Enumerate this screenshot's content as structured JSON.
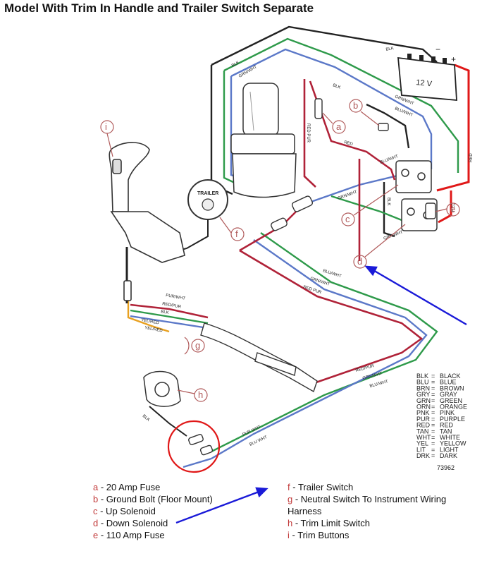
{
  "title": "Model With Trim In Handle and Trailer Switch Separate",
  "battery": {
    "voltage": "12 V",
    "minus": "−",
    "plus": "+"
  },
  "trailer_label": "TRAILER",
  "figure_number": "73962",
  "callouts": [
    "a",
    "b",
    "c",
    "d",
    "e",
    "f",
    "g",
    "h",
    "i"
  ],
  "wire_labels": {
    "blk": "BLK",
    "grn_wht": "GRN/WHT",
    "blu_wht": "BLU/WHT",
    "red_pur": "RED PUR",
    "red": "RED",
    "pur_wht": "PUR/WHT",
    "yel_red": "YEL/RED",
    "red_pur_slash": "RED/PUR",
    "pur_wht_space": "PUR WHT",
    "blu_wht_space": "BLU WHT"
  },
  "color_legend": [
    {
      "abbr": "BLK",
      "name": "BLACK"
    },
    {
      "abbr": "BLU",
      "name": "BLUE"
    },
    {
      "abbr": "BRN",
      "name": "BROWN"
    },
    {
      "abbr": "GRY",
      "name": "GRAY"
    },
    {
      "abbr": "GRN",
      "name": "GREEN"
    },
    {
      "abbr": "ORN",
      "name": "ORANGE"
    },
    {
      "abbr": "PNK",
      "name": "PINK"
    },
    {
      "abbr": "PUR",
      "name": "PURPLE"
    },
    {
      "abbr": "RED",
      "name": "RED"
    },
    {
      "abbr": "TAN",
      "name": "TAN"
    },
    {
      "abbr": "WHT",
      "name": "WHITE"
    },
    {
      "abbr": "YEL",
      "name": "YELLOW"
    },
    {
      "abbr": "LIT",
      "name": "LIGHT"
    },
    {
      "abbr": "DRK",
      "name": "DARK"
    }
  ],
  "key_left": [
    {
      "letter": "a",
      "text": "20 Amp Fuse"
    },
    {
      "letter": "b",
      "text": "Ground Bolt (Floor Mount)"
    },
    {
      "letter": "c",
      "text": "Up Solenoid"
    },
    {
      "letter": "d",
      "text": "Down Solenoid"
    },
    {
      "letter": "e",
      "text": "110 Amp Fuse"
    }
  ],
  "key_right": [
    {
      "letter": "f",
      "text": "Trailer Switch"
    },
    {
      "letter": "g",
      "text": "Neutral Switch To Instrument Wiring Harness"
    },
    {
      "letter": "h",
      "text": "Trim Limit Switch"
    },
    {
      "letter": "i",
      "text": "Trim Buttons"
    }
  ],
  "colors": {
    "black_wire": "#222222",
    "green_wire": "#2e9a4a",
    "blue_wire": "#5b78c8",
    "red_wire": "#b02238",
    "bright_red": "#e01818",
    "yellow_wire": "#e8a020",
    "callout": "#b05a5a",
    "arrow": "#1a1ad8",
    "highlight_circle": "#e01818"
  }
}
